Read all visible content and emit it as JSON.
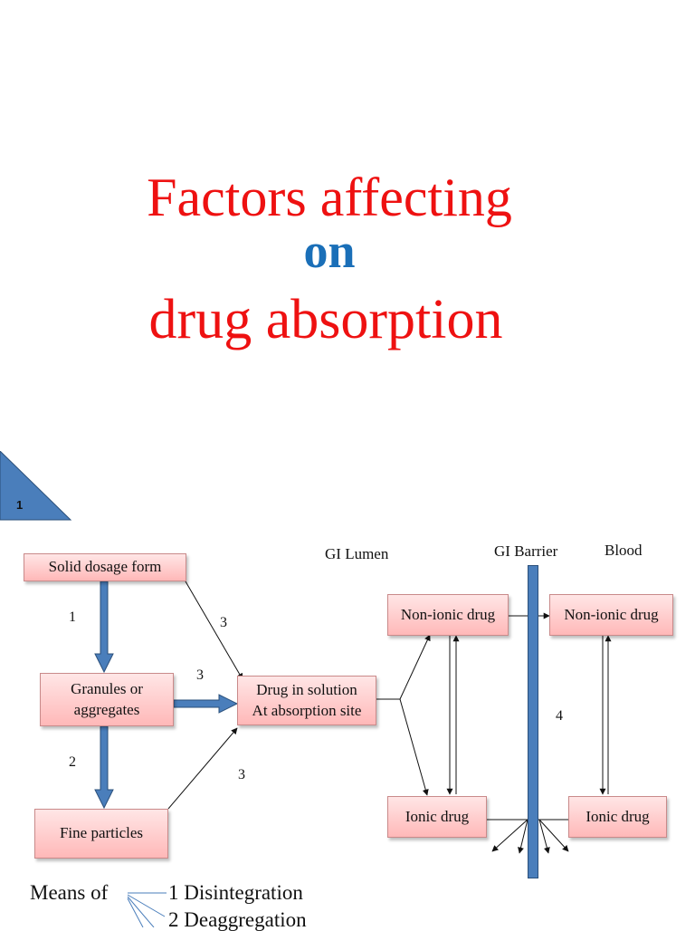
{
  "title": {
    "line1": "Factors  affecting",
    "line2": "on",
    "line3": "drug absorption"
  },
  "slide_number": "1",
  "colors": {
    "title_red": "#ee1111",
    "title_blue": "#1a6fb8",
    "box_fill": "#ffc4c4",
    "accent_blue": "#4a7ebb"
  },
  "diagram": {
    "region_labels": {
      "gi_lumen": "GI Lumen",
      "gi_barrier": "GI Barrier",
      "blood": "Blood"
    },
    "boxes": {
      "solid_dosage_form": "Solid dosage form",
      "granules_line1": "Granules or",
      "granules_line2": "aggregates",
      "fine_particles": "Fine particles",
      "drug_solution_line1": "Drug in solution",
      "drug_solution_line2": "At absorption site",
      "non_ionic_lumen": "Non-ionic drug",
      "ionic_lumen": "Ionic drug",
      "non_ionic_blood": "Non-ionic drug",
      "ionic_blood": "Ionic drug"
    },
    "step_numbers": {
      "solid_to_granules": "1",
      "granules_to_fine": "2",
      "solid_to_solution": "3",
      "granules_to_solution": "3",
      "fine_to_solution": "3",
      "barrier": "4"
    }
  },
  "means": {
    "label": "Means of",
    "items": [
      "1  Disintegration",
      "2  Deaggregation"
    ]
  }
}
